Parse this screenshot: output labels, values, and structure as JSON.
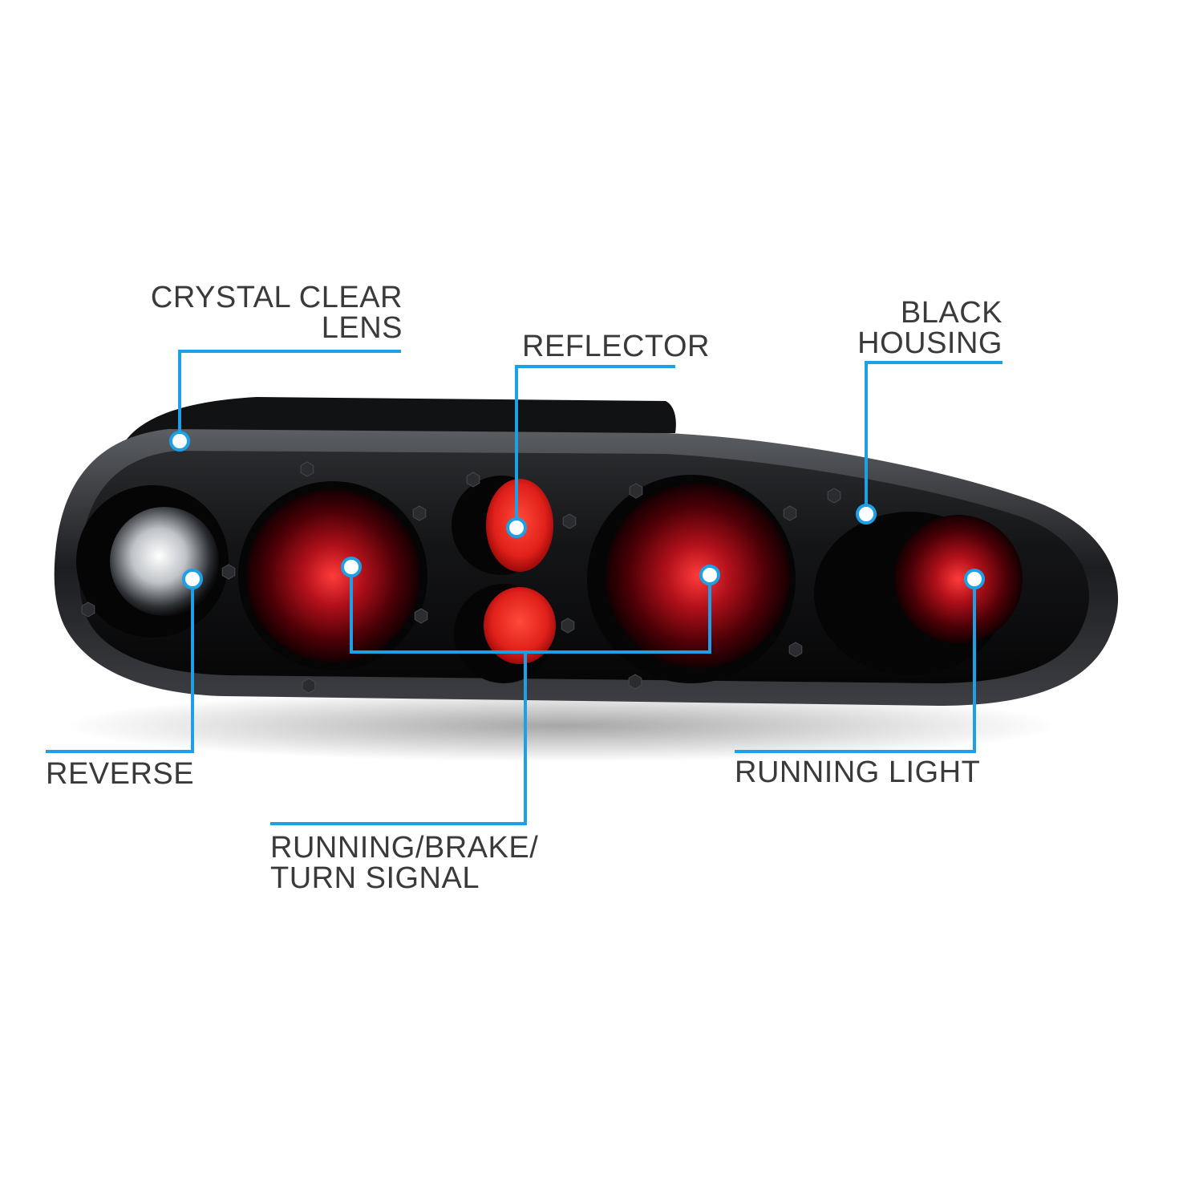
{
  "accent_color": "#1ea0e6",
  "callouts": {
    "crystal_clear_lens": [
      "CRYSTAL CLEAR",
      "LENS"
    ],
    "reflector": [
      "REFLECTOR"
    ],
    "black_housing": [
      "BLACK",
      "HOUSING"
    ],
    "reverse": [
      "REVERSE"
    ],
    "running_light": [
      "RUNNING LIGHT"
    ],
    "running_brake_turn": [
      "RUNNING/BRAKE/",
      "TURN SIGNAL"
    ]
  }
}
